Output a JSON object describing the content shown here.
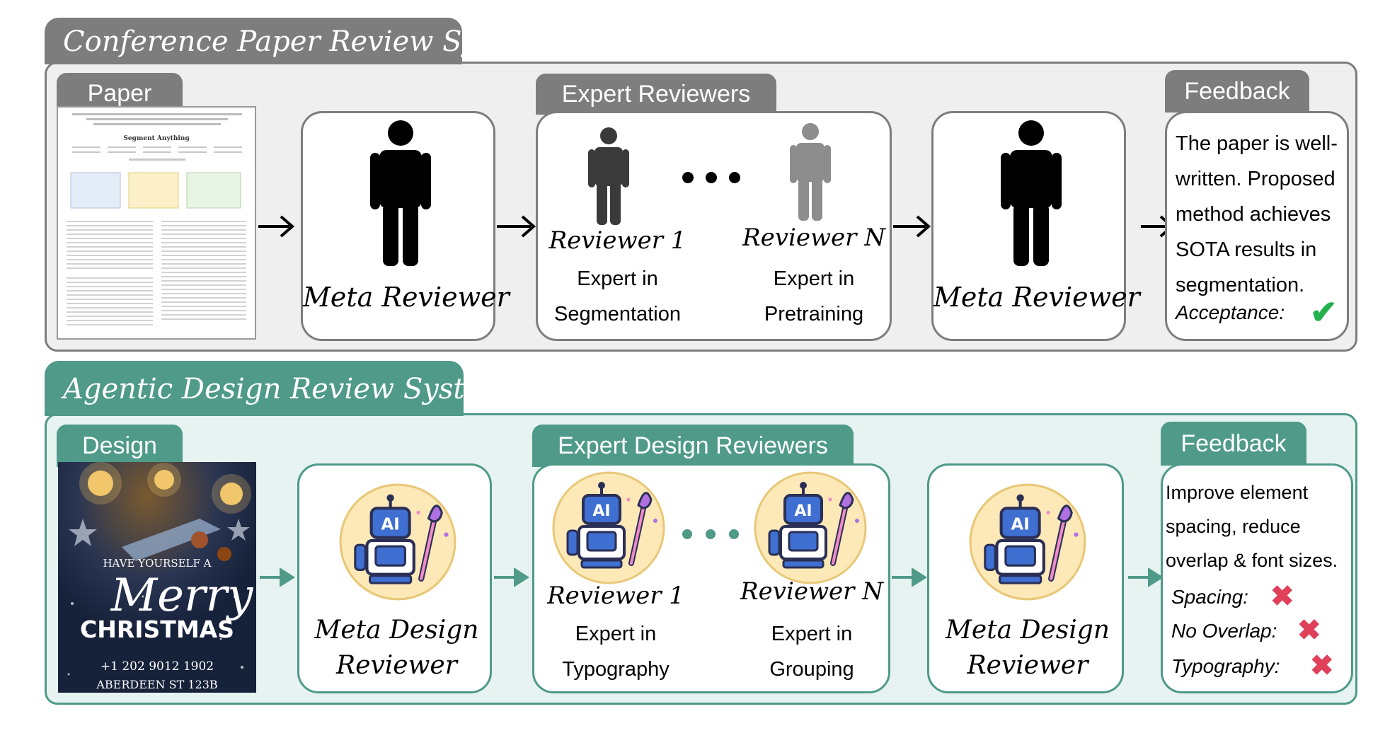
{
  "conference": {
    "title": "Conference Paper Review System",
    "input_tab": "Paper",
    "meta_reviewer_label": "Meta Reviewer",
    "experts_tab": "Expert Reviewers",
    "reviewer_1": {
      "name": "Reviewer 1",
      "line1": "Expert in",
      "line2": "Segmentation"
    },
    "reviewer_n": {
      "name": "Reviewer N",
      "line1": "Expert in",
      "line2": "Pretraining"
    },
    "meta_reviewer_label_2": "Meta Reviewer",
    "feedback_tab": "Feedback",
    "feedback_lines": [
      "The paper is well-",
      "written. Proposed",
      "method achieves",
      "SOTA results in",
      "segmentation."
    ],
    "verdict_label": "Acceptance:",
    "paper_thumbnail_title": "Segment Anything"
  },
  "agentic": {
    "title": "Agentic Design Review System",
    "input_tab": "Design",
    "meta_reviewer_label": [
      "Meta Design",
      "Reviewer"
    ],
    "experts_tab": "Expert Design Reviewers",
    "reviewer_1": {
      "name": "Reviewer 1",
      "line1": "Expert in",
      "line2": "Typography"
    },
    "reviewer_n": {
      "name": "Reviewer N",
      "line1": "Expert in",
      "line2": "Grouping"
    },
    "meta_reviewer_label_2": [
      "Meta Design",
      "Reviewer"
    ],
    "feedback_tab": "Feedback",
    "feedback_lines": [
      "Improve element",
      "spacing, reduce",
      "overlap & font sizes."
    ],
    "checks": [
      {
        "label": "Spacing:"
      },
      {
        "label": "No Overlap:"
      },
      {
        "label": "Typography:"
      }
    ],
    "robot_badge": "AI",
    "design_poster": {
      "line1": "HAVE YOURSELF A",
      "line2": "Merry",
      "line3": "CHRISTMAS",
      "line4": "+1 202 9012 1902",
      "line5": "ABERDEEN ST 123B"
    }
  },
  "colors": {
    "gray": "#7d7d7d",
    "teal": "#4f9a89",
    "check": "#22b14c",
    "cross": "#e0405a"
  },
  "icons": [
    "person-icon",
    "robot-icon",
    "arrow-right-icon",
    "check-icon",
    "cross-icon",
    "ellipsis-icon"
  ]
}
